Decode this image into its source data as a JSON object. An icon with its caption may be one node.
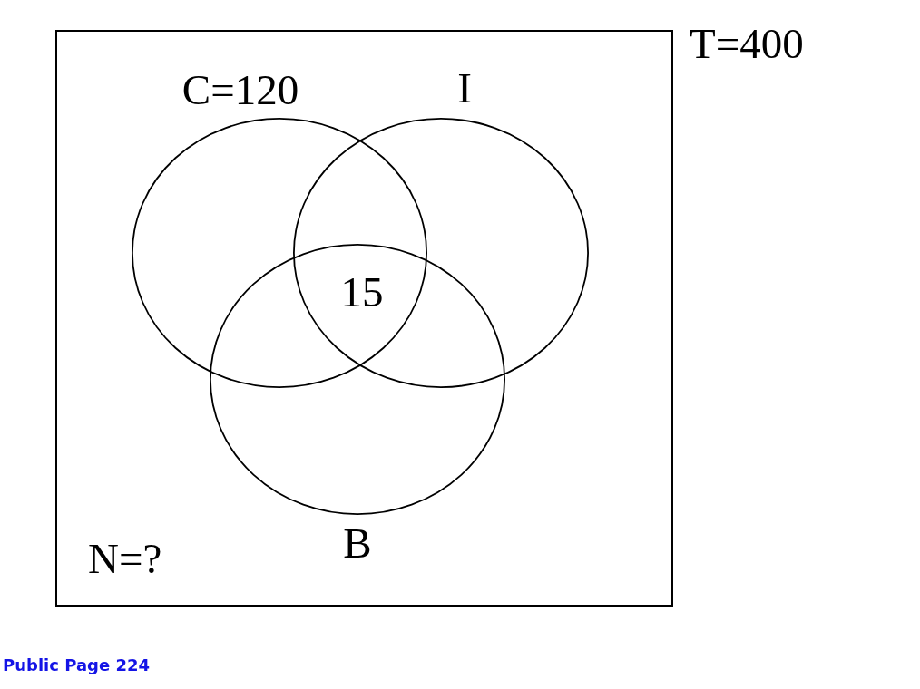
{
  "diagram": {
    "nodes": [
      {
        "text": [
          "N=?"
        ],
        "beside": [
          "T=400"
        ]
      },
      {
        "text": [
          "C=120"
        ],
        "in": 0
      },
      {
        "text": [
          "I"
        ],
        "in": 0
      },
      {
        "text": [
          "B"
        ],
        "in": 0
      }
    ],
    "labels": [
      "15",
      "Public Page 224"
    ]
  }
}
